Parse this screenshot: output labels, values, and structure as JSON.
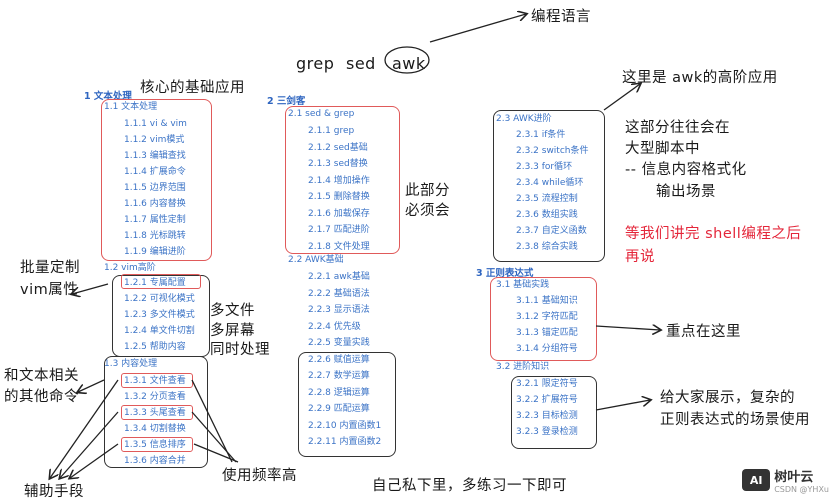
{
  "header": {
    "grep": "grep",
    "sed": "sed",
    "awk": "awk",
    "lang": "编程语言"
  },
  "notes": {
    "core": "核心的基础应用",
    "batch1": "批量定制",
    "batch2": "vim属性",
    "text_related1": "和文本相关",
    "text_related2": "的其他命令",
    "aux": "辅助手段",
    "freq": "使用频率高",
    "multi1": "多文件",
    "multi2": "多屏幕",
    "multi3": "同时处理",
    "must1": "此部分",
    "must2": "必须会",
    "practice": "自己私下里，多练习一下即可",
    "awk_adv": "这里是 awk的高阶应用",
    "big1": "这部分往往会在",
    "big2": "大型脚本中",
    "big3": "-- 信息内容格式化",
    "big4": "输出场景",
    "wait1": "等我们讲完 shell编程之后",
    "wait2": "再说",
    "focus": "重点在这里",
    "show1": "给大家展示，复杂的",
    "show2": "正则表达式的场景使用"
  },
  "col1": {
    "title": "1 文本处理",
    "s11": "1.1 文本处理",
    "s11_items": [
      "1.1.1 vi & vim",
      "1.1.2 vim模式",
      "1.1.3 编辑查找",
      "1.1.4 扩展命令",
      "1.1.5 边界范围",
      "1.1.6 内容替换",
      "1.1.7 属性定制",
      "1.1.8 光标跳转",
      "1.1.9 编辑进阶"
    ],
    "s12": "1.2 vim高阶",
    "s12_items": [
      "1.2.1 专属配置",
      "1.2.2 可视化模式",
      "1.2.3 多文件模式",
      "1.2.4 单文件切割",
      "1.2.5 帮助内容"
    ],
    "s13": "1.3 内容处理",
    "s13_items": [
      "1.3.1 文件查看",
      "1.3.2 分页查看",
      "1.3.3 头尾查看",
      "1.3.4 切割替换",
      "1.3.5 信息排序",
      "1.3.6 内容合并"
    ]
  },
  "col2": {
    "title": "2 三剑客",
    "s21": "2.1 sed & grep",
    "s21_items": [
      "2.1.1 grep",
      "2.1.2 sed基础",
      "2.1.3 sed替换",
      "2.1.4 增加操作",
      "2.1.5 删除替换",
      "2.1.6 加载保存",
      "2.1.7 匹配进阶",
      "2.1.8 文件处理"
    ],
    "s22": "2.2 AWK基础",
    "s22_items": [
      "2.2.1 awk基础",
      "2.2.2 基础语法",
      "2.2.3 显示语法",
      "2.2.4 优先级",
      "2.2.5 变量实践",
      "2.2.6 赋值运算",
      "2.2.7 数学运算",
      "2.2.8 逻辑运算",
      "2.2.9 匹配运算",
      "2.2.10 内置函数1",
      "2.2.11 内置函数2"
    ]
  },
  "col3": {
    "s23": "2.3 AWK进阶",
    "s23_items": [
      "2.3.1 if条件",
      "2.3.2 switch条件",
      "2.3.3 for循环",
      "2.3.4 while循环",
      "2.3.5 流程控制",
      "2.3.6 数组实践",
      "2.3.7 自定义函数",
      "2.3.8 综合实践"
    ],
    "title3": "3 正则表达式",
    "s31": "3.1 基础实践",
    "s31_items": [
      "3.1.1 基础知识",
      "3.1.2 字符匹配",
      "3.1.3 锚定匹配",
      "3.1.4 分组符号"
    ],
    "s32": "3.2 进阶知识",
    "s32_items": [
      "3.2.1 限定符号",
      "3.2.2 扩展符号",
      "3.2.3 目标检测",
      "3.2.3 登录检测"
    ]
  },
  "watermark": {
    "logo": "AI",
    "name": "树叶云",
    "credit": "CSDN @YHXu"
  }
}
